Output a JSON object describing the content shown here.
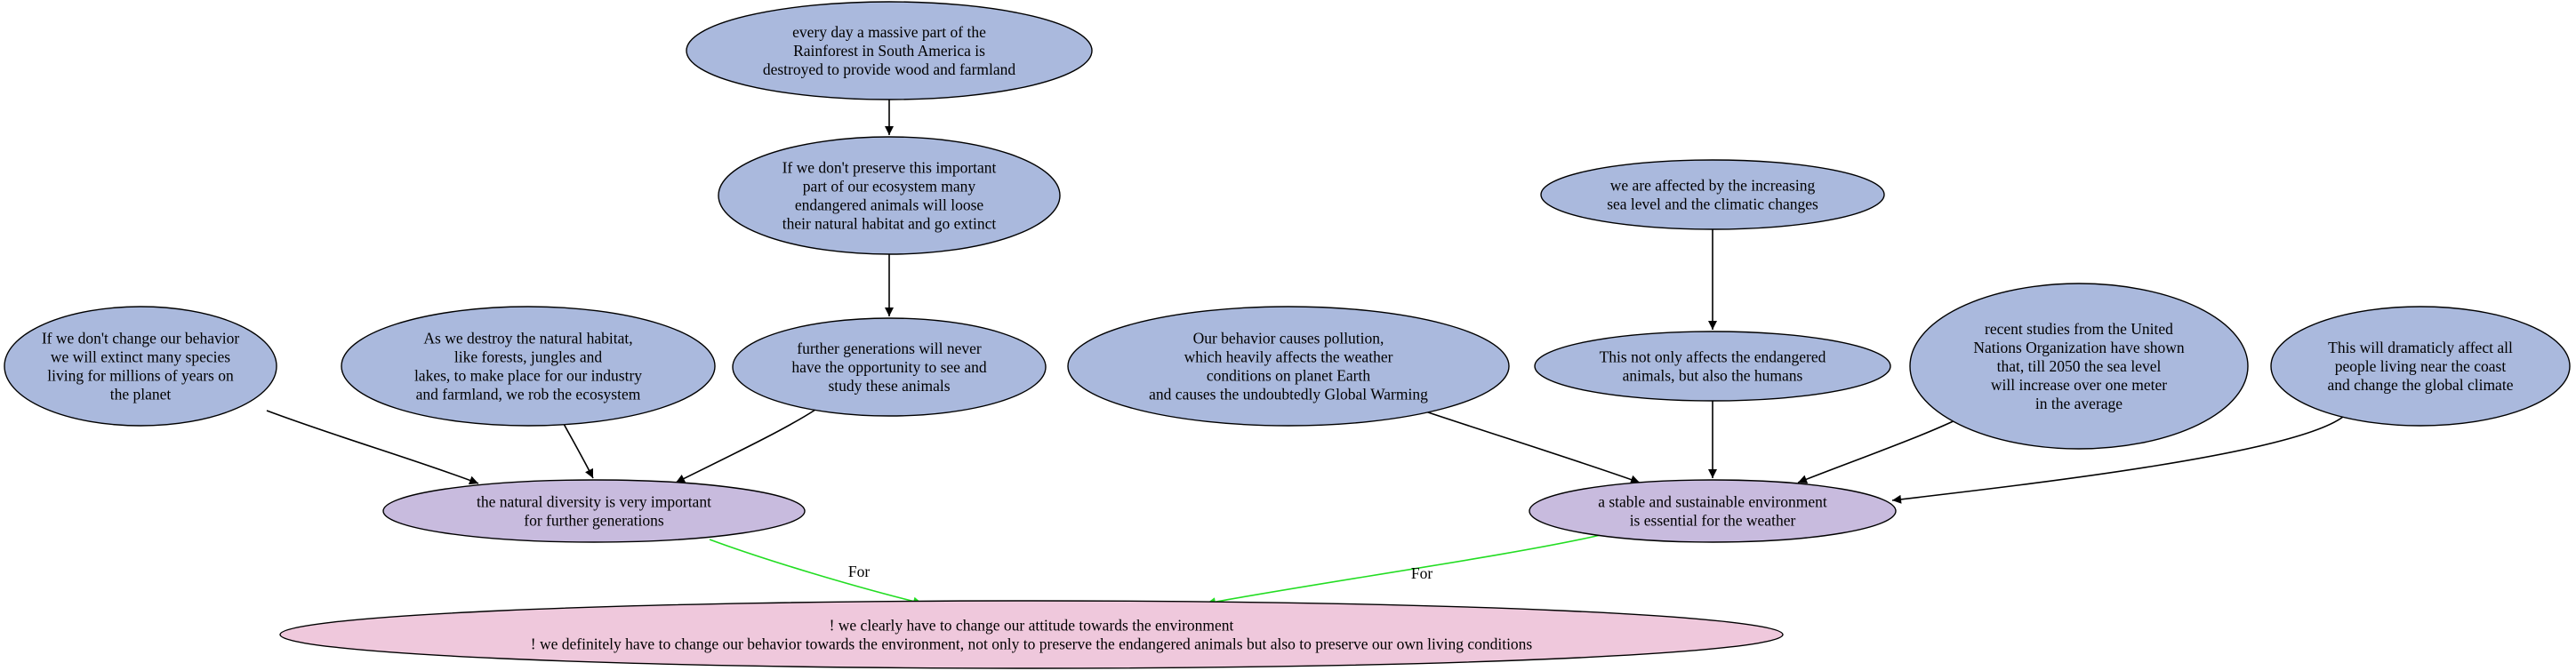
{
  "colors": {
    "premise_fill": "#aab9dd",
    "intermediate_fill": "#c8bbde",
    "conclusion_fill": "#efc8dc",
    "stroke": "#000000",
    "edge": "#000000",
    "support_edge": "#22dd22"
  },
  "nodes": {
    "rainforest": {
      "lines": [
        "every day a massive part of the",
        "Rainforest in South America is",
        "destroyed to provide wood and farmland"
      ]
    },
    "ecosystem": {
      "lines": [
        "If we don't preserve this important",
        "part of our ecosystem many",
        "endangered animals will loose",
        "their natural habitat and go extinct"
      ]
    },
    "generations_never": {
      "lines": [
        "further generations will never",
        "have the opportunity to see and",
        "study these animals"
      ]
    },
    "change_behavior": {
      "lines": [
        "If we don't change our behavior",
        "we will extinct many species",
        "living for millions of years on",
        "the planet"
      ]
    },
    "destroy_habitat": {
      "lines": [
        "As we destroy the natural habitat,",
        "like forests, jungles and",
        "lakes, to make place for our industry",
        "and farmland, we rob the ecosystem"
      ]
    },
    "diversity": {
      "lines": [
        "the natural diversity is very important",
        "for further generations"
      ]
    },
    "sea_level": {
      "lines": [
        "we are affected by the increasing",
        "sea level and the climatic changes"
      ]
    },
    "humans": {
      "lines": [
        "This not only affects the endangered",
        "animals, but also the humans"
      ]
    },
    "pollution": {
      "lines": [
        "Our behavior causes pollution,",
        "which heavily affects the weather",
        "conditions on planet Earth",
        "and causes the undoubtedly Global Warming"
      ]
    },
    "un_studies": {
      "lines": [
        "recent studies from the United",
        "Nations Organization have shown",
        "that, till 2050 the sea level",
        "will increase over one meter",
        "in the average"
      ]
    },
    "coast": {
      "lines": [
        "This will dramaticly affect all",
        "people living near the coast",
        "and change the global climate"
      ]
    },
    "environment": {
      "lines": [
        "a stable and sustainable environment",
        "is essential for the weather"
      ]
    },
    "conclusion": {
      "lines": [
        "! we clearly have to change our attitude towards the environment",
        "! we definitely have to change our behavior towards the environment, not only to preserve the endangered animals but also to preserve our own living conditions"
      ]
    }
  },
  "edges": [
    {
      "from": "rainforest",
      "to": "ecosystem",
      "label": ""
    },
    {
      "from": "ecosystem",
      "to": "generations_never",
      "label": ""
    },
    {
      "from": "change_behavior",
      "to": "diversity",
      "label": ""
    },
    {
      "from": "destroy_habitat",
      "to": "diversity",
      "label": ""
    },
    {
      "from": "generations_never",
      "to": "diversity",
      "label": ""
    },
    {
      "from": "sea_level",
      "to": "humans",
      "label": ""
    },
    {
      "from": "pollution",
      "to": "environment",
      "label": ""
    },
    {
      "from": "humans",
      "to": "environment",
      "label": ""
    },
    {
      "from": "un_studies",
      "to": "environment",
      "label": ""
    },
    {
      "from": "coast",
      "to": "environment",
      "label": ""
    },
    {
      "from": "diversity",
      "to": "conclusion",
      "label": "For"
    },
    {
      "from": "environment",
      "to": "conclusion",
      "label": "For"
    }
  ]
}
